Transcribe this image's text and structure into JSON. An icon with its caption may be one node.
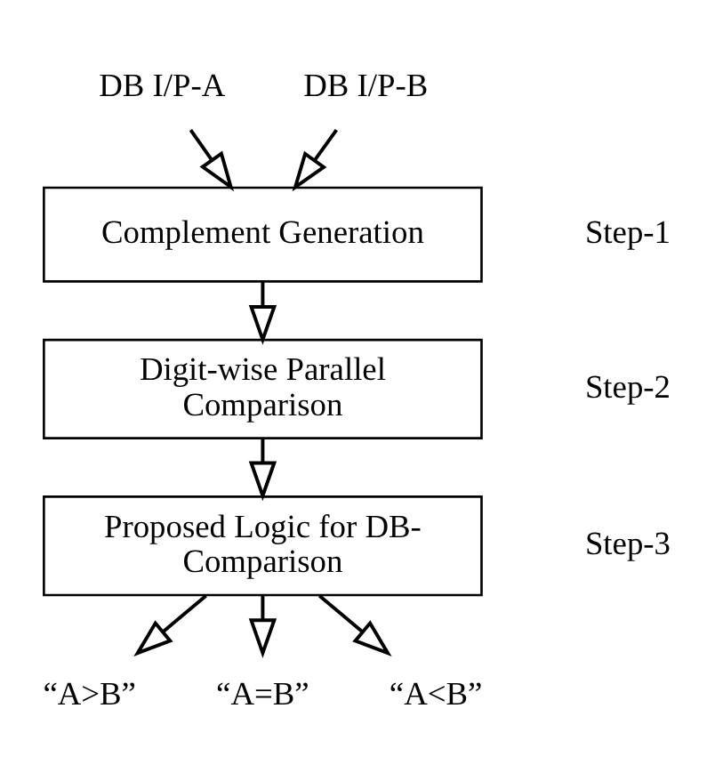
{
  "diagram": {
    "nodes": [
      {
        "text": [
          "DB I/P-A"
        ]
      },
      {
        "text": [
          "DB I/P-B"
        ]
      },
      {
        "text": [
          "Complement Generation"
        ],
        "beside": [
          "Step-1"
        ]
      },
      {
        "text": [
          "Digit-wise Parallel Comparison"
        ],
        "beside": [
          "Step-2"
        ]
      },
      {
        "text": [
          "Proposed Logic for DB-Comparison"
        ],
        "beside": [
          "Step-3"
        ]
      },
      {
        "text": [
          "“A>B”"
        ]
      },
      {
        "text": [
          "“A=B”"
        ]
      },
      {
        "text": [
          "“A<B”"
        ]
      }
    ],
    "edges": [
      {
        "from": 0,
        "to": 2,
        "arrow": "to"
      },
      {
        "from": 1,
        "to": 2,
        "arrow": "to"
      },
      {
        "from": 2,
        "to": 3,
        "arrow": "to"
      },
      {
        "from": 3,
        "to": 4,
        "arrow": "to"
      },
      {
        "from": 4,
        "to": 5,
        "arrow": "to"
      },
      {
        "from": 4,
        "to": 6,
        "arrow": "to"
      },
      {
        "from": 4,
        "to": 7,
        "arrow": "to"
      }
    ]
  }
}
